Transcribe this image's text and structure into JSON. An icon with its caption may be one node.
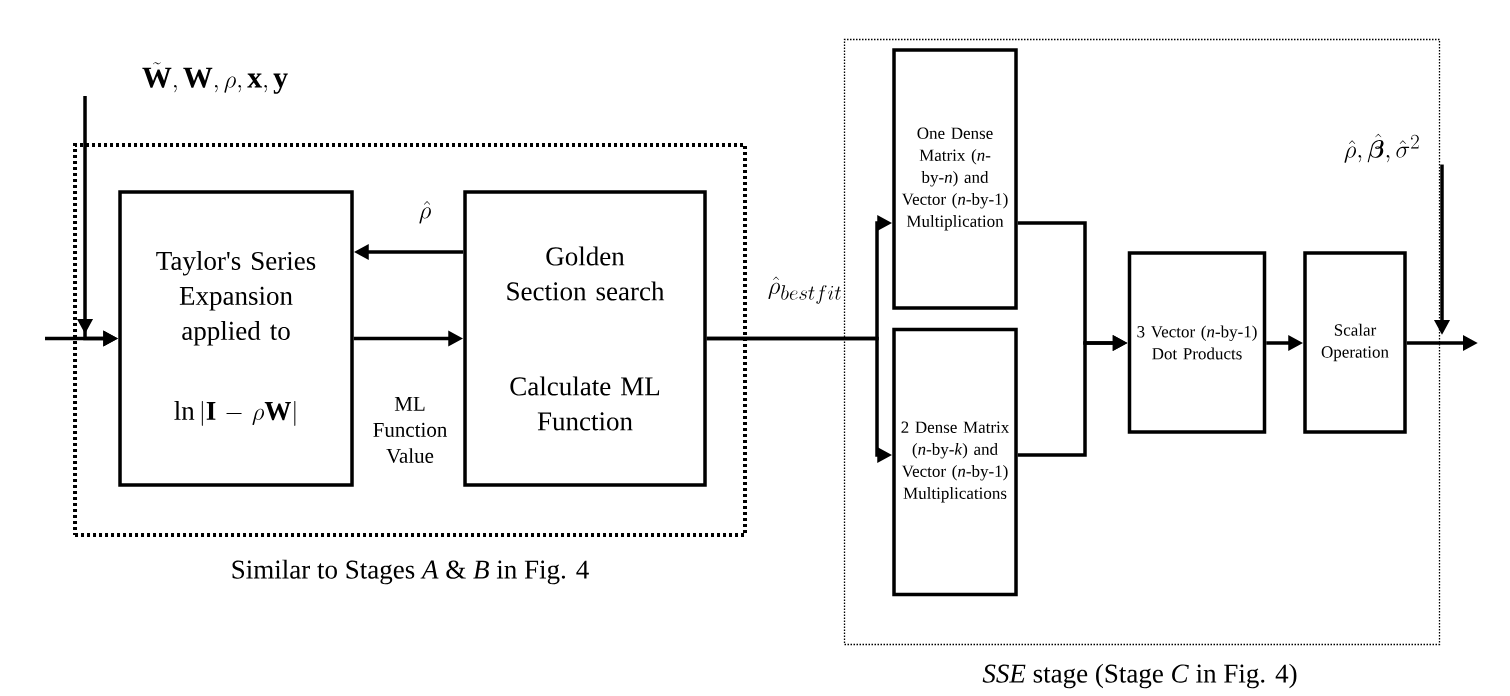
{
  "diagram": {
    "nodes": [
      {
        "text": [
          "Similar to Stages *A* & *B* in Fig. 4"
        ]
      },
      {
        "text": [
          "Taylor's Series Expansion applied to",
          "\\ln|\\mathbf{I}-\\rho\\mathbf{W}|"
        ],
        "in": 0
      },
      {
        "text": [
          "Golden Section search",
          "Calculate ML Function"
        ],
        "in": 0
      },
      {
        "text": [
          "*SSE* stage (Stage *C* in Fig. 4)"
        ]
      },
      {
        "text": [
          "One Dense Matrix (*n*-by-*n*) and Vector (*n*-by-1) Multiplication"
        ],
        "in": 3
      },
      {
        "text": [
          "2 Dense Matrix (*n*-by-*k*) and Vector (*n*-by-1) Multiplications"
        ],
        "in": 3
      },
      {
        "text": [
          "3 Vector (*n*-by-1) Dot Products"
        ],
        "in": 3
      },
      {
        "text": [
          "Scalar Operation"
        ],
        "in": 3
      },
      {
        "text": [
          "\\tilde{\\mathbf{W}},\\mathbf{W},\\rho,\\mathbf{x},\\mathbf{y}"
        ]
      },
      {
        "text": [
          "\\hat{\\rho},\\hat{\\boldsymbol{\\beta}},\\hat{\\sigma}^2"
        ],
        "in": 3
      }
    ],
    "edges": [
      {
        "from": null,
        "to": 1,
        "arrow": "to"
      },
      {
        "from": 8,
        "to": 1,
        "arrow": "to"
      },
      {
        "from": 2,
        "to": 1,
        "arrow": "to",
        "label": "\\hat{\\rho}"
      },
      {
        "from": 1,
        "to": 2,
        "arrow": "to",
        "label": "ML Function Value"
      },
      {
        "from": 2,
        "to": 4,
        "arrow": "to",
        "label": "\\hat{\\rho}_{bestfit}"
      },
      {
        "from": 2,
        "to": 5,
        "arrow": "to"
      },
      {
        "from": 4,
        "to": 6,
        "arrow": "to"
      },
      {
        "from": 5,
        "to": 6,
        "arrow": "to"
      },
      {
        "from": 6,
        "to": 7,
        "arrow": "to"
      },
      {
        "from": 7,
        "to": null,
        "arrow": "to"
      },
      {
        "from": 9,
        "to": null,
        "arrow": "to"
      }
    ]
  }
}
